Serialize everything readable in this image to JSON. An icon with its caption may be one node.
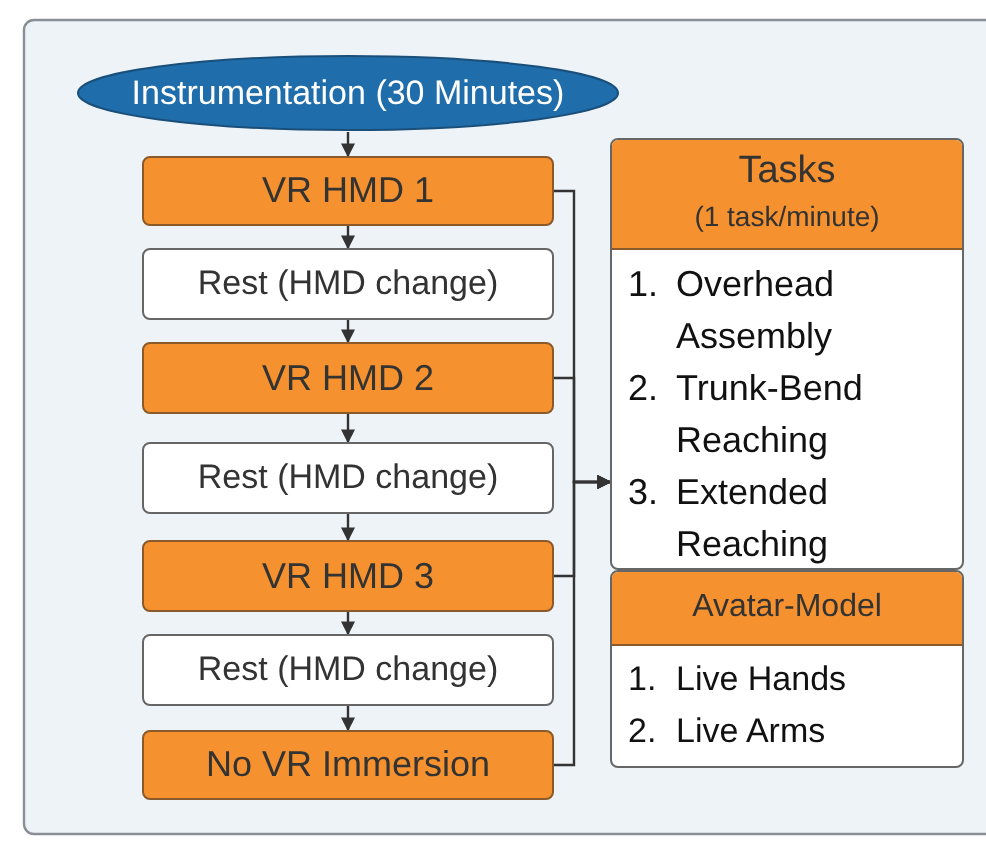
{
  "diagram": {
    "nodes": [
      {
        "text": [
          "Instrumentation (30 Minutes)"
        ]
      },
      {
        "text": [
          "VR HMD 1"
        ]
      },
      {
        "text": [
          "Rest (HMD change)"
        ]
      },
      {
        "text": [
          "VR HMD 2"
        ]
      },
      {
        "text": [
          "Rest (HMD change)"
        ]
      },
      {
        "text": [
          "VR HMD 3"
        ]
      },
      {
        "text": [
          "Rest (HMD change)"
        ]
      },
      {
        "text": [
          "No VR Immersion"
        ]
      },
      {
        "text": [
          "Tasks",
          "(1 task/minute)",
          "1. Overhead Assembly",
          "2. Trunk-Bend Reaching",
          "3. Extended Reaching"
        ]
      },
      {
        "text": [
          "Avatar-Model",
          "1. Live Hands",
          "2. Live Arms"
        ]
      }
    ],
    "edges": [
      {
        "from": 0,
        "to": 1,
        "arrow": "to"
      },
      {
        "from": 1,
        "to": 2,
        "arrow": "to"
      },
      {
        "from": 2,
        "to": 3,
        "arrow": "to"
      },
      {
        "from": 3,
        "to": 4,
        "arrow": "to"
      },
      {
        "from": 4,
        "to": 5,
        "arrow": "to"
      },
      {
        "from": 5,
        "to": 6,
        "arrow": "to"
      },
      {
        "from": 6,
        "to": 7,
        "arrow": "to"
      },
      {
        "from": 1,
        "to": 8,
        "arrow": "to"
      },
      {
        "from": 3,
        "to": 8,
        "arrow": "to"
      },
      {
        "from": 5,
        "to": 8,
        "arrow": "to"
      },
      {
        "from": 7,
        "to": 8,
        "arrow": "to"
      }
    ]
  }
}
